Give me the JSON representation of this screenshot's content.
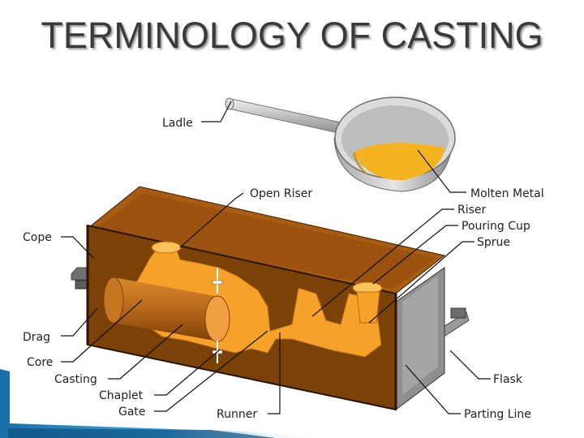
{
  "title": "TERMINOLOGY OF CASTING",
  "labels": {
    "ladle": "Ladle",
    "open_riser": "Open Riser",
    "molten_metal": "Molten Metal",
    "riser": "Riser",
    "pouring_cup": "Pouring Cup",
    "sprue": "Sprue",
    "cope": "Cope",
    "drag": "Drag",
    "core": "Core",
    "casting": "Casting",
    "chaplet": "Chaplet",
    "gate": "Gate",
    "runner": "Runner",
    "flask": "Flask",
    "parting_line": "Parting Line"
  },
  "colors": {
    "mold_brown": "#7a4206",
    "metal_orange": "#f6a12a",
    "molten_yellow": "#f6b320",
    "flask_grey": "#8e8f91",
    "accent_blue": "#1f8fc8"
  }
}
